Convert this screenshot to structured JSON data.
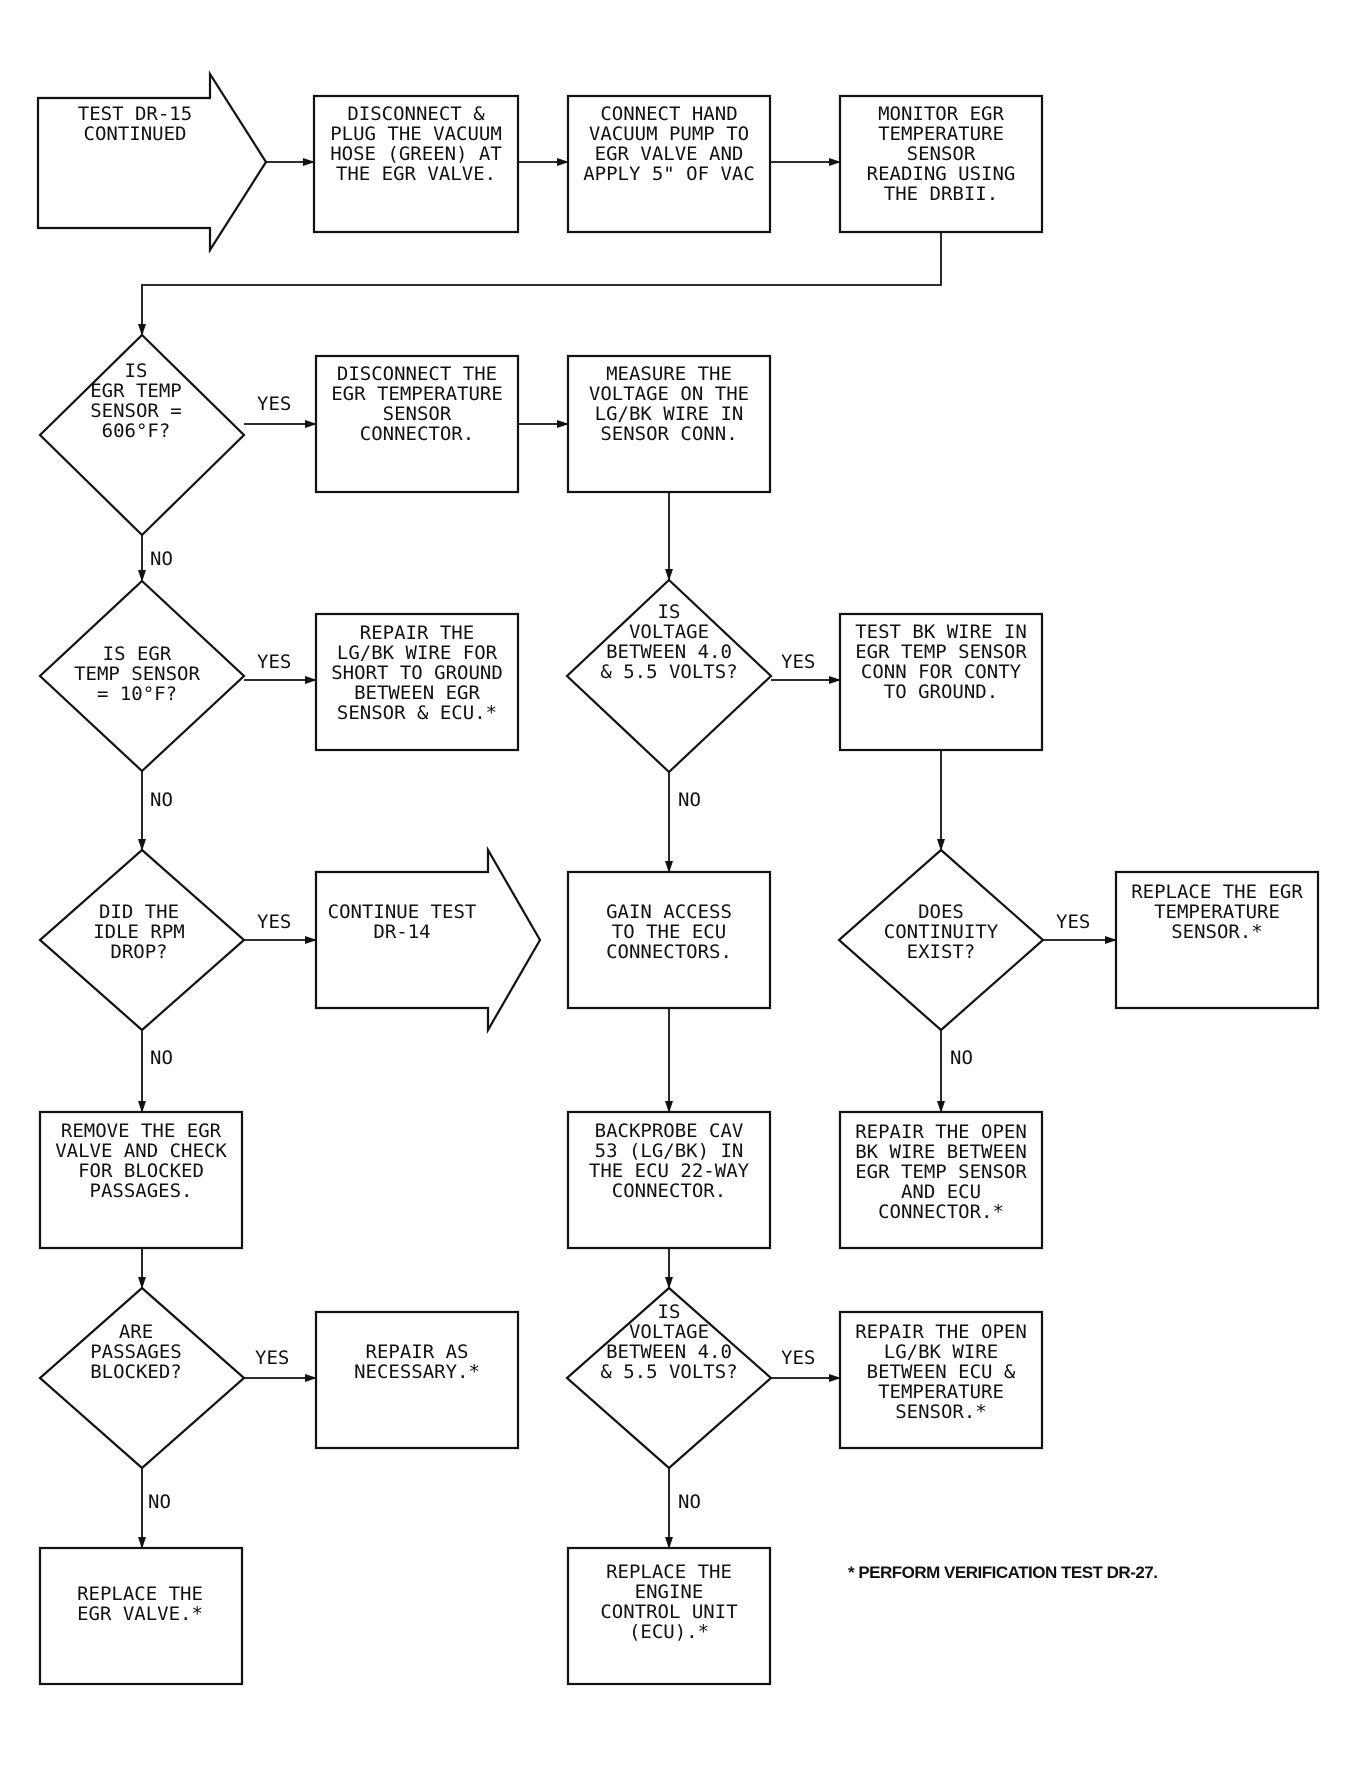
{
  "nodes": {
    "start": {
      "lines": [
        "TEST DR-15",
        "CONTINUED"
      ]
    },
    "disconnect_plug": {
      "lines": [
        "DISCONNECT &",
        "PLUG THE VACUUM",
        "HOSE (GREEN) AT",
        "THE EGR VALVE."
      ]
    },
    "connect_pump": {
      "lines": [
        "CONNECT HAND",
        "VACUUM PUMP TO",
        "EGR VALVE AND",
        "APPLY 5\" OF VAC"
      ]
    },
    "monitor_egr": {
      "lines": [
        "MONITOR EGR",
        "TEMPERATURE",
        "SENSOR",
        "READING USING",
        "THE DRBII."
      ]
    },
    "q_606": {
      "lines": [
        "IS",
        "EGR TEMP",
        "SENSOR =",
        "606°F?"
      ]
    },
    "disconnect_sensor": {
      "lines": [
        "DISCONNECT THE",
        "EGR TEMPERATURE",
        "SENSOR",
        "CONNECTOR."
      ]
    },
    "measure_voltage": {
      "lines": [
        "MEASURE THE",
        "VOLTAGE ON THE",
        "LG/BK WIRE IN",
        "SENSOR CONN."
      ]
    },
    "q_10": {
      "lines": [
        "IS EGR",
        "TEMP SENSOR",
        "= 10°F?"
      ]
    },
    "repair_short": {
      "lines": [
        "REPAIR THE",
        "LG/BK WIRE FOR",
        "SHORT TO GROUND",
        "BETWEEN EGR",
        "SENSOR & ECU.*"
      ]
    },
    "q_volt1": {
      "lines": [
        "IS",
        "VOLTAGE",
        "BETWEEN 4.0",
        "& 5.5 VOLTS?"
      ]
    },
    "test_bk": {
      "lines": [
        "TEST BK WIRE IN",
        "EGR TEMP SENSOR",
        "CONN FOR CONTY",
        "TO GROUND."
      ]
    },
    "q_idle": {
      "lines": [
        "DID THE",
        "IDLE RPM",
        "DROP?"
      ]
    },
    "continue_dr14": {
      "lines": [
        "CONTINUE TEST",
        "DR-14"
      ]
    },
    "gain_access": {
      "lines": [
        "GAIN ACCESS",
        "TO THE ECU",
        "CONNECTORS."
      ]
    },
    "q_continuity": {
      "lines": [
        "DOES",
        "CONTINUITY",
        "EXIST?"
      ]
    },
    "replace_sensor": {
      "lines": [
        "REPLACE THE EGR",
        "TEMPERATURE",
        "SENSOR.*"
      ]
    },
    "remove_valve": {
      "lines": [
        "REMOVE THE EGR",
        "VALVE AND CHECK",
        "FOR BLOCKED",
        "PASSAGES."
      ]
    },
    "backprobe": {
      "lines": [
        "BACKPROBE CAV",
        "53 (LG/BK) IN",
        "THE ECU 22-WAY",
        "CONNECTOR."
      ]
    },
    "repair_bk_open": {
      "lines": [
        "REPAIR THE OPEN",
        "BK WIRE BETWEEN",
        "EGR TEMP SENSOR",
        "AND ECU",
        "CONNECTOR.*"
      ]
    },
    "q_passages": {
      "lines": [
        "ARE",
        "PASSAGES",
        "BLOCKED?"
      ]
    },
    "repair_necessary": {
      "lines": [
        "REPAIR AS",
        "NECESSARY.*"
      ]
    },
    "q_volt2": {
      "lines": [
        "IS",
        "VOLTAGE",
        "BETWEEN 4.0",
        "& 5.5 VOLTS?"
      ]
    },
    "repair_lgbk_open": {
      "lines": [
        "REPAIR THE OPEN",
        "LG/BK WIRE",
        "BETWEEN ECU &",
        "TEMPERATURE",
        "SENSOR.*"
      ]
    },
    "replace_valve": {
      "lines": [
        "REPLACE THE",
        "EGR VALVE.*"
      ]
    },
    "replace_ecu": {
      "lines": [
        "REPLACE THE",
        "ENGINE",
        "CONTROL UNIT",
        "(ECU).*"
      ]
    }
  },
  "edge_labels": {
    "q_606_yes": "YES",
    "q_606_no": "NO",
    "q_10_yes": "YES",
    "q_10_no": "NO",
    "q_idle_yes": "YES",
    "q_idle_no": "NO",
    "q_passages_yes": "YES",
    "q_passages_no": "NO",
    "q_volt1_yes": "YES",
    "q_volt1_no": "NO",
    "q_volt2_yes": "YES",
    "q_volt2_no": "NO",
    "q_continuity_yes": "YES",
    "q_continuity_no": "NO"
  },
  "footnote": "* PERFORM VERIFICATION TEST DR-27."
}
